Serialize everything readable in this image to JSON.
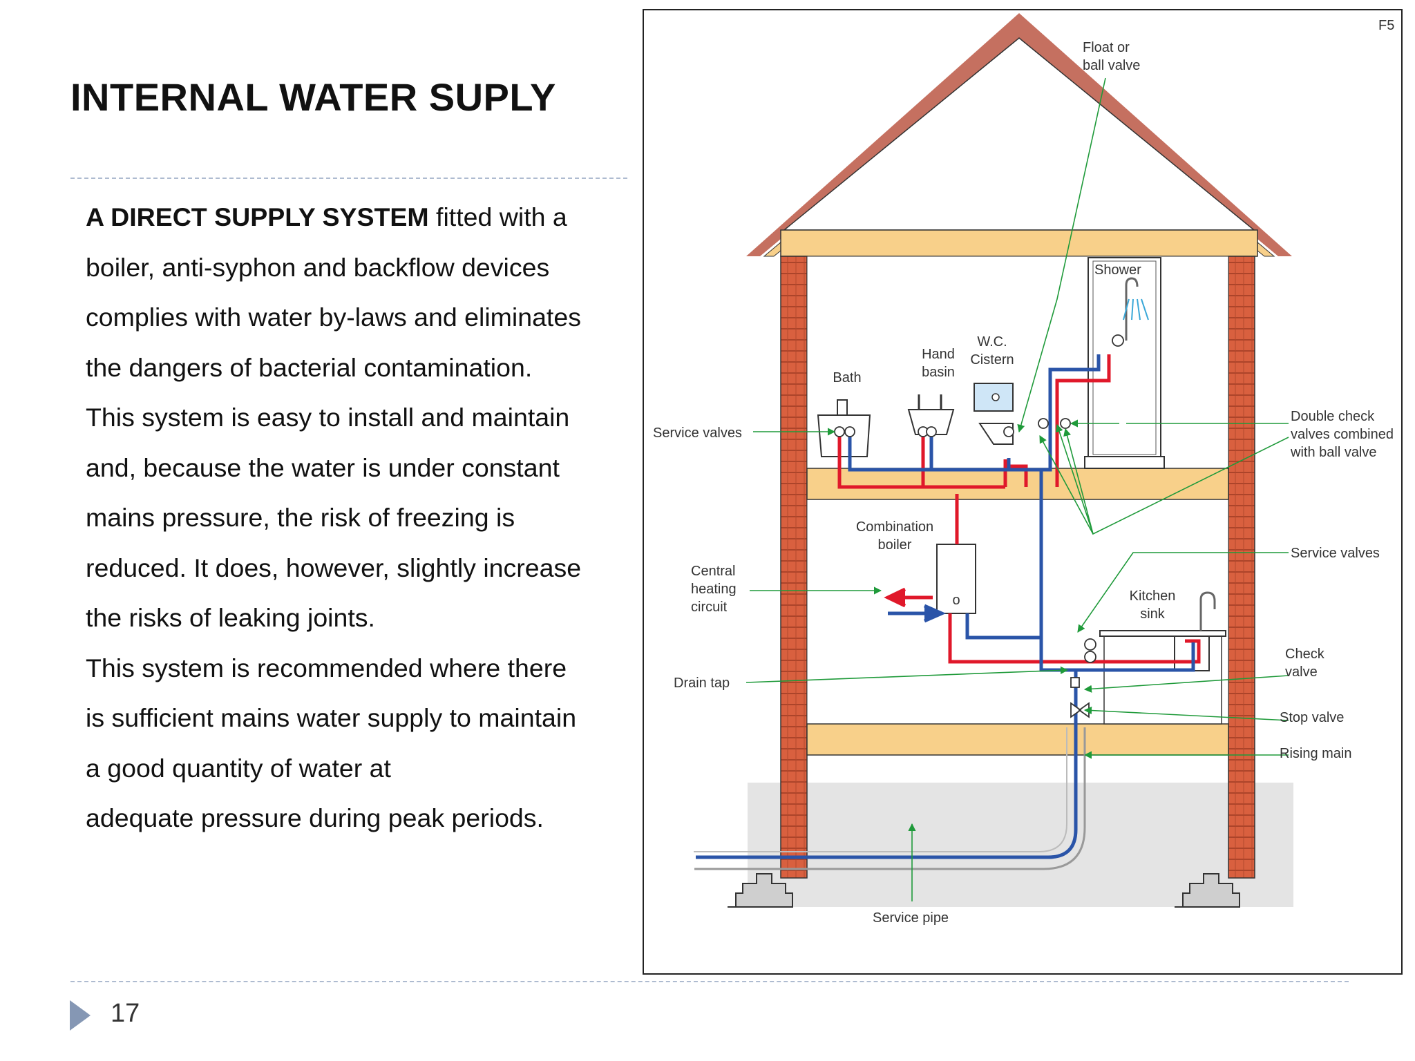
{
  "slide": {
    "title": "INTERNAL WATER SUPLY",
    "page_number": "17"
  },
  "body": {
    "lead_bold": "A DIRECT SUPPLY SYSTEM",
    "lead_rest": " fitted with a",
    "lines": [
      "boiler, anti-syphon and backflow devices",
      "complies with water by-laws and eliminates",
      "the dangers of bacterial contamination.",
      "This system is easy to install and maintain",
      "and, because the water is under constant",
      "mains pressure, the risk of freezing is",
      "reduced. It does, however, slightly increase",
      "the risks of leaking joints.",
      "This system is recommended where there",
      "is sufficient mains water supply to maintain",
      "a good quantity of water at",
      "adequate pressure during peak periods."
    ]
  },
  "diagram": {
    "figure_id": "F5",
    "labels": {
      "float_valve": [
        "Float or",
        "ball valve"
      ],
      "shower": "Shower",
      "wc_cistern": [
        "W.C.",
        "Cistern"
      ],
      "hand_basin": [
        "Hand",
        "basin"
      ],
      "bath": "Bath",
      "service_valves_left": "Service valves",
      "double_check": [
        "Double check",
        "valves combined",
        "with ball valve"
      ],
      "combination_boiler": [
        "Combination",
        "boiler"
      ],
      "central_heating": [
        "Central",
        "heating",
        "circuit"
      ],
      "service_valves_right": "Service valves",
      "kitchen_sink": [
        "Kitchen",
        "sink"
      ],
      "drain_tap": "Drain tap",
      "check_valve": [
        "Check",
        "valve"
      ],
      "stop_valve": "Stop valve",
      "rising_main": "Rising main",
      "service_pipe": "Service pipe",
      "boiler_symbol": "o"
    },
    "colors": {
      "cold_pipe": "#2a54a8",
      "hot_pipe": "#e0182a",
      "leader": "#1f9a3a",
      "brick": "#d9603f",
      "timber": "#f8d08a",
      "roof_edge": "#c57060",
      "ground": "#e4e4e4"
    }
  }
}
